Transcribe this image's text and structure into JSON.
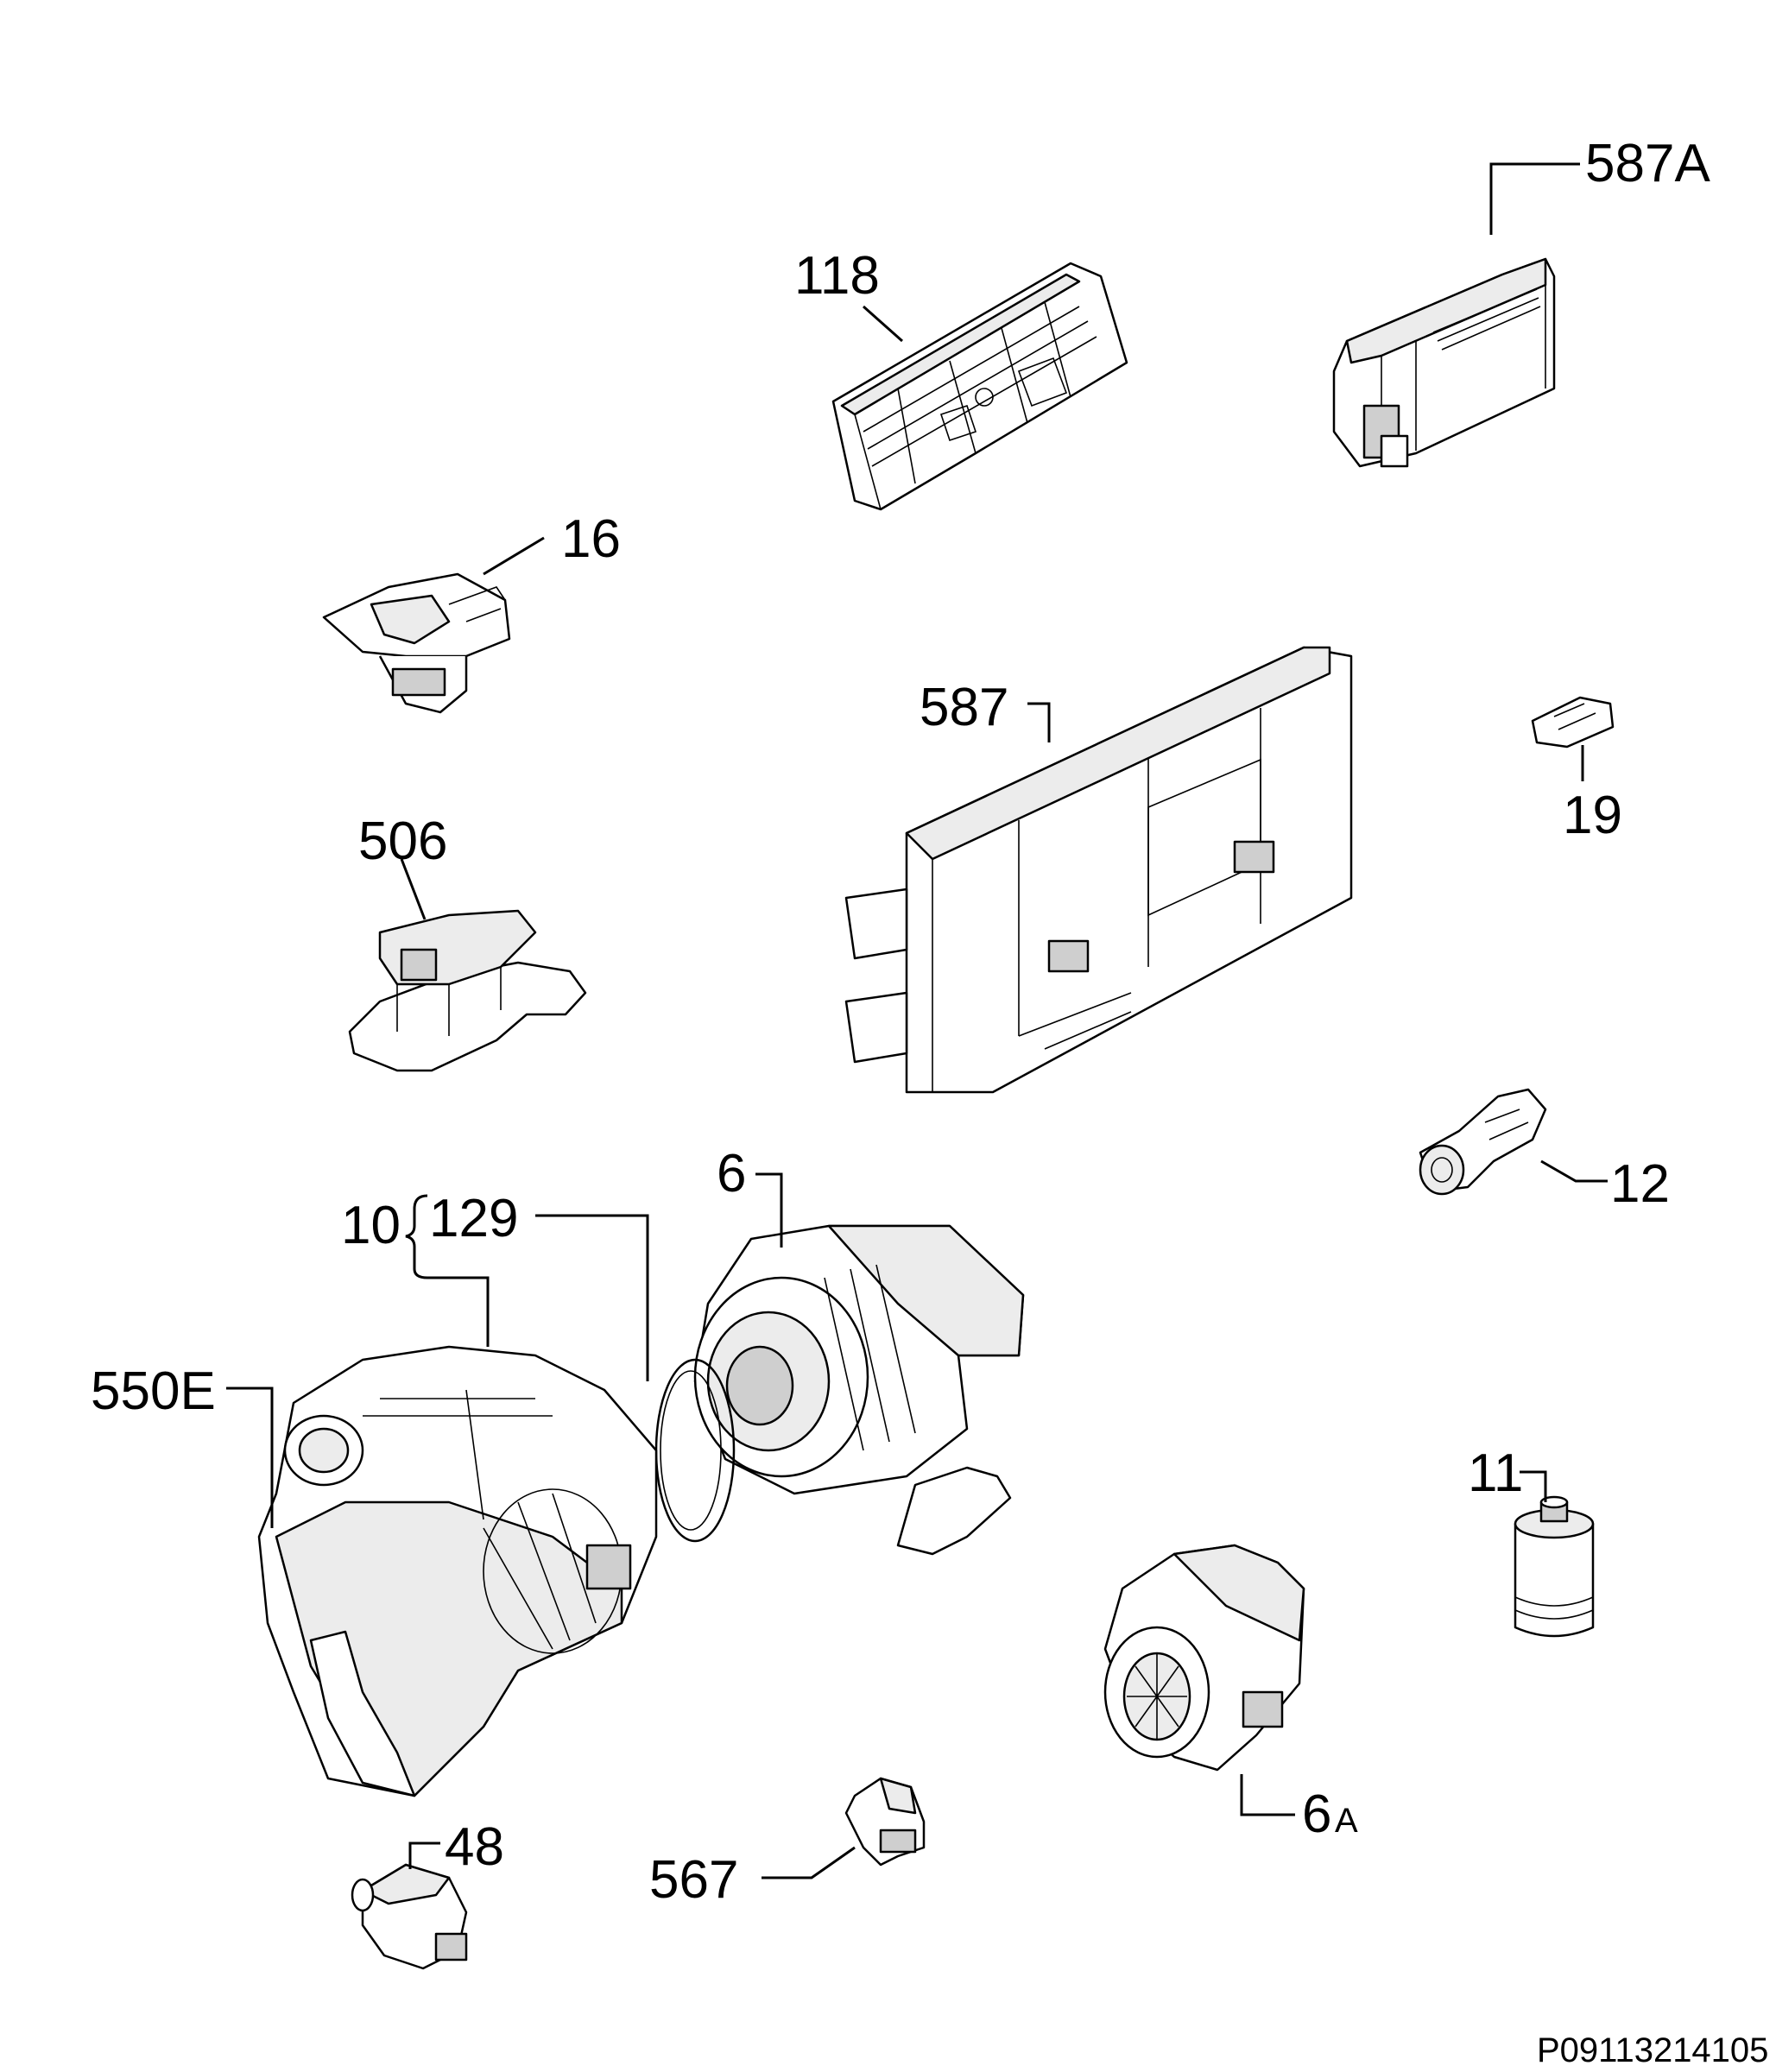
{
  "labels": {
    "l587a": "587A",
    "l118": "118",
    "l16": "16",
    "l587": "587",
    "l19": "19",
    "l506": "506",
    "l12": "12",
    "l6": "6",
    "l10": "10",
    "l129": "129",
    "l550e": "550E",
    "l11": "11",
    "l6a_num": "6",
    "l6a_letter": "A",
    "l48": "48",
    "l567": "567"
  },
  "drawing_code": "P09113214105"
}
